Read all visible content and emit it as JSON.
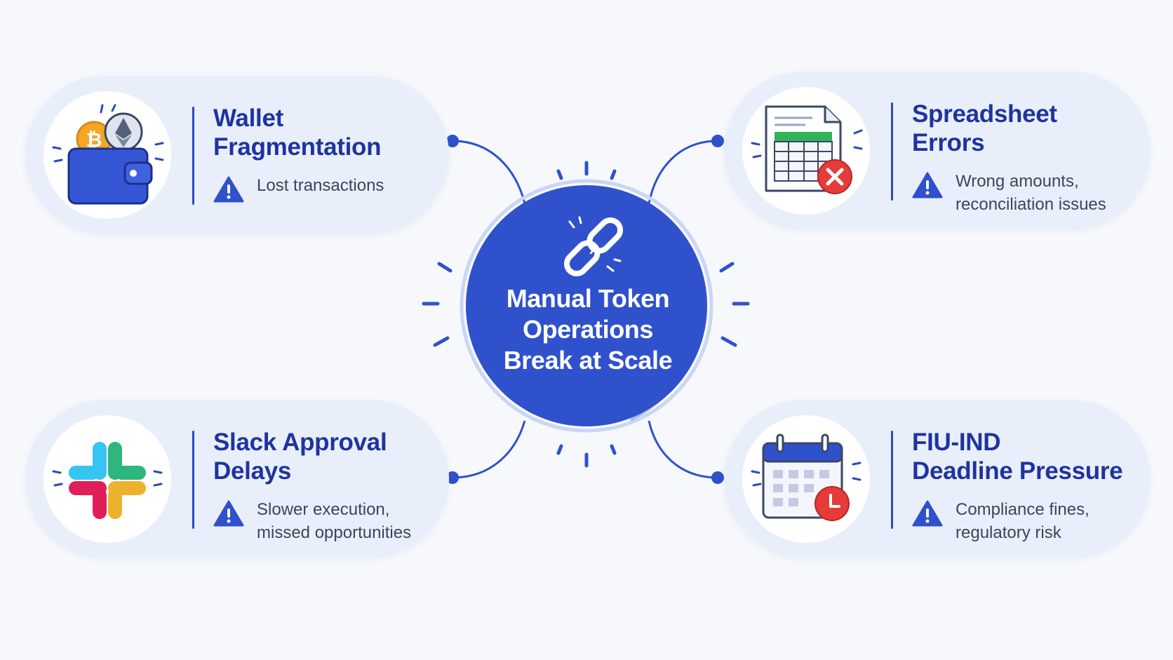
{
  "center": {
    "title_lines": [
      "Manual Token",
      "Operations",
      "Break at Scale"
    ],
    "icon": "broken-chain-icon",
    "circle_color": "#2f51cc"
  },
  "cards": {
    "wallet": {
      "icon": "wallet-crypto-icon",
      "title_lines": [
        "Wallet",
        "Fragmentation"
      ],
      "issue_icon": "warning-icon",
      "issue_lines": [
        "Lost transactions"
      ]
    },
    "spreadsheet": {
      "icon": "spreadsheet-error-icon",
      "title_lines": [
        "Spreadsheet",
        "Errors"
      ],
      "issue_icon": "warning-icon",
      "issue_lines": [
        "Wrong amounts,",
        "reconciliation issues"
      ]
    },
    "slack": {
      "icon": "slack-logo-icon",
      "title_lines": [
        "Slack Approval",
        "Delays"
      ],
      "issue_icon": "warning-icon",
      "issue_lines": [
        "Slower execution,",
        "missed opportunities"
      ]
    },
    "fiu": {
      "icon": "calendar-deadline-icon",
      "title_lines": [
        "FIU-IND",
        "Deadline Pressure"
      ],
      "issue_icon": "warning-icon",
      "issue_lines": [
        "Compliance fines,",
        "regulatory risk"
      ]
    }
  },
  "colors": {
    "brand_blue": "#2f51cc",
    "title_blue": "#1f33a0",
    "card_bg": "#e9effa",
    "alert_red": "#e53b3b",
    "bitcoin_orange": "#f5a623",
    "sheet_green": "#2fb45a"
  }
}
